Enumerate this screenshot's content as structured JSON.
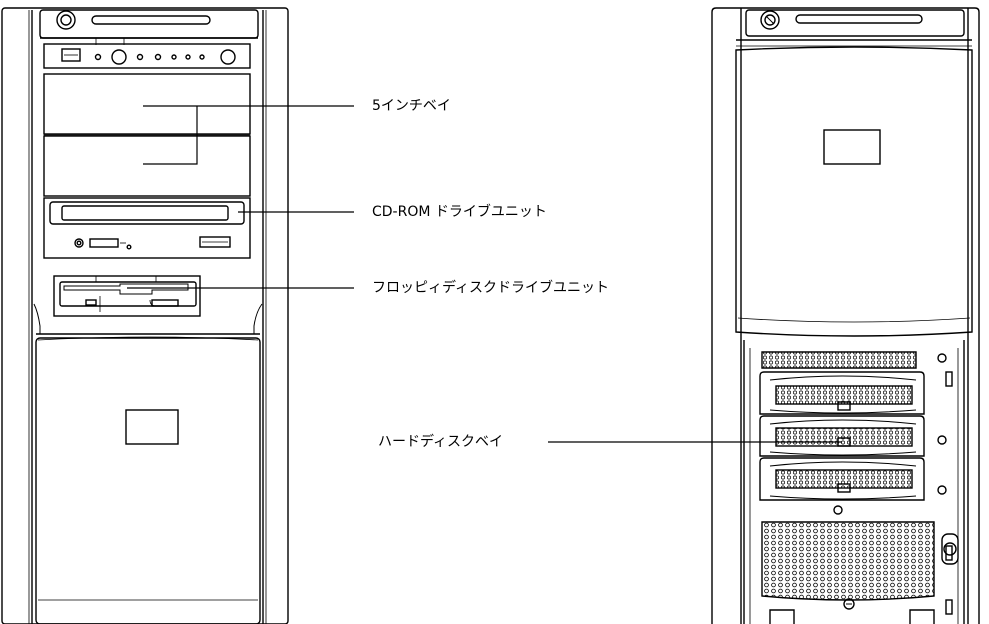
{
  "labels": {
    "five_inch_bay": "5インチベイ",
    "cdrom_drive": "CD-ROM ドライブユニット",
    "floppy_drive": "フロッピィディスクドライブユニット",
    "hdd_bay": "ハードディスクベイ"
  },
  "colors": {
    "line": "#000000",
    "fill": "#ffffff",
    "shade": "#f4f4f4"
  }
}
